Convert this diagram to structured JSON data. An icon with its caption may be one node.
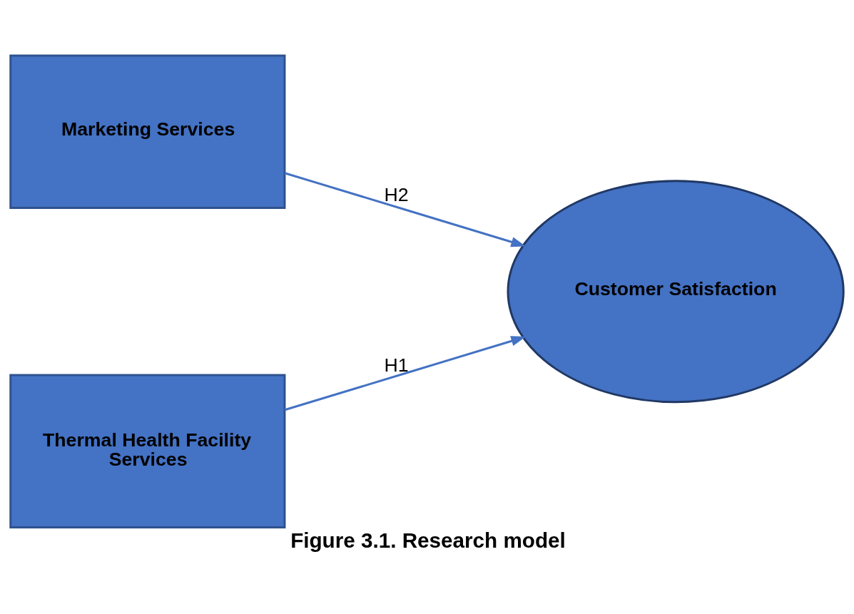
{
  "diagram": {
    "caption": "Figure 3.1. Research model",
    "nodes": [
      {
        "text": [
          "Marketing Services"
        ]
      },
      {
        "text": [
          "Thermal Health Facility Services"
        ]
      },
      {
        "text": [
          "Customer Satisfaction"
        ]
      }
    ],
    "edges": [
      {
        "from": 0,
        "to": 2,
        "arrow": "to",
        "label": "H2"
      },
      {
        "from": 1,
        "to": 2,
        "arrow": "to",
        "label": "H1"
      }
    ]
  }
}
